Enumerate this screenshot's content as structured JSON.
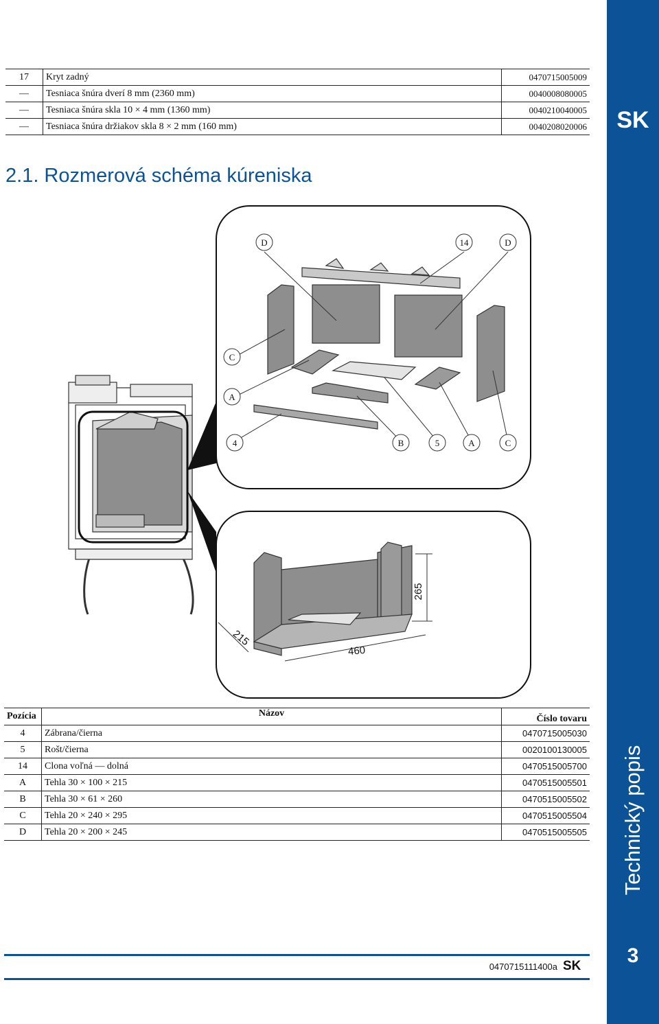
{
  "side": {
    "lang": "SK",
    "section": "Technický popis",
    "page": "3"
  },
  "parts_top": [
    {
      "pos": "17",
      "name": "Kryt zadný",
      "code": "0470715005009"
    },
    {
      "pos": "—",
      "name": "Tesniaca šnúra dverí 8 mm (2360 mm)",
      "code": "0040008080005"
    },
    {
      "pos": "—",
      "name": "Tesniaca šnúra skla 10 × 4 mm (1360 mm)",
      "code": "0040210040005"
    },
    {
      "pos": "—",
      "name": "Tesniaca šnúra držiakov skla 8 × 2 mm (160 mm)",
      "code": "0040208020006"
    }
  ],
  "section_title": "2.1. Rozmerová schéma kúreniska",
  "figure": {
    "callouts_top": [
      "D",
      "14",
      "D"
    ],
    "callouts_mid": [
      "C",
      "A"
    ],
    "callouts_bottom": [
      "4",
      "B",
      "5",
      "A",
      "C"
    ],
    "dim_height": "265",
    "dim_depth": "215",
    "dim_width": "460"
  },
  "parts_table": {
    "headers": {
      "pos": "Pozícia",
      "name": "Názov",
      "code": "Číslo tovaru"
    },
    "rows": [
      {
        "pos": "4",
        "name": "Zábrana/čierna",
        "code": "0470715005030"
      },
      {
        "pos": "5",
        "name": "Rošt/čierna",
        "code": "0020100130005"
      },
      {
        "pos": "14",
        "name": "Clona voľná — dolná",
        "code": "0470515005700"
      },
      {
        "pos": "A",
        "name": "Tehla 30 × 100 × 215",
        "code": "0470515005501"
      },
      {
        "pos": "B",
        "name": "Tehla 30 × 61 × 260",
        "code": "0470515005502"
      },
      {
        "pos": "C",
        "name": "Tehla 20 × 240 × 295",
        "code": "0470515005504"
      },
      {
        "pos": "D",
        "name": "Tehla 20 × 200 × 245",
        "code": "0470515005505"
      }
    ]
  },
  "footer": {
    "doc_number": "0470715111400a",
    "lang": "SK"
  },
  "colors": {
    "brand_blue": "#0b5297",
    "brick_gray": "#8e8e8e"
  }
}
